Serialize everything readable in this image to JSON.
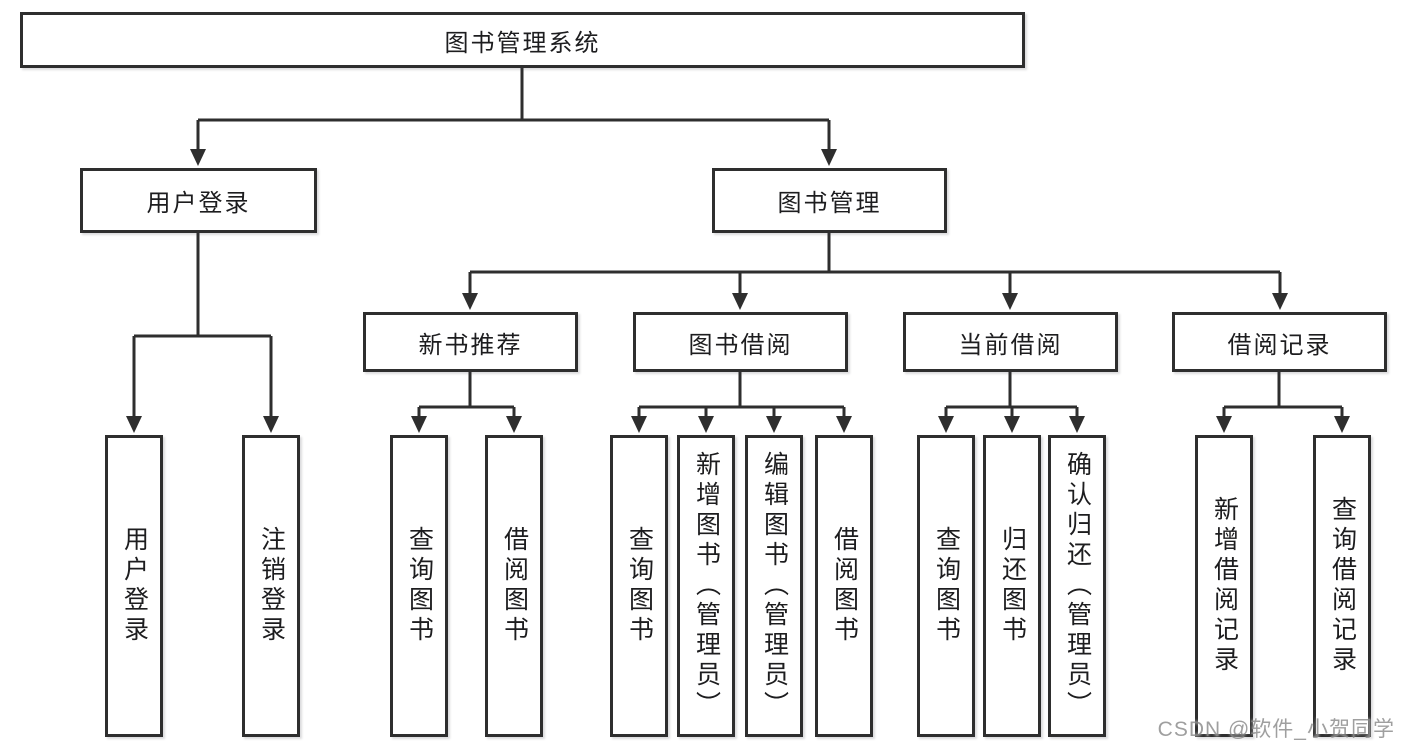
{
  "diagram": {
    "title": "图书管理系统",
    "level2": {
      "user_login": "用户登录",
      "book_management": "图书管理"
    },
    "level3": {
      "new_book_recommend": "新书推荐",
      "book_borrow": "图书借阅",
      "current_borrow": "当前借阅",
      "borrow_record": "借阅记录"
    },
    "leaves": {
      "user_login": "用户登录",
      "logout": "注销登录",
      "nb_query_book": "查询图书",
      "nb_borrow_book": "借阅图书",
      "bb_query_book": "查询图书",
      "bb_add_book": "新增图书（管理员）",
      "bb_edit_book": "编辑图书（管理员）",
      "bb_borrow_book": "借阅图书",
      "cb_query_book": "查询图书",
      "cb_return_book": "归还图书",
      "cb_confirm_return": "确认归还（管理员）",
      "br_add_record": "新增借阅记录",
      "br_query_record": "查询借阅记录"
    },
    "colors": {
      "line": "#2e2e2e",
      "box_border": "#2e2e2e",
      "box_background": "#ffffff",
      "text": "#1d1d1f",
      "watermark": "#8f8f8f"
    }
  },
  "watermark": {
    "text": "CSDN @软件_小贺同学"
  }
}
